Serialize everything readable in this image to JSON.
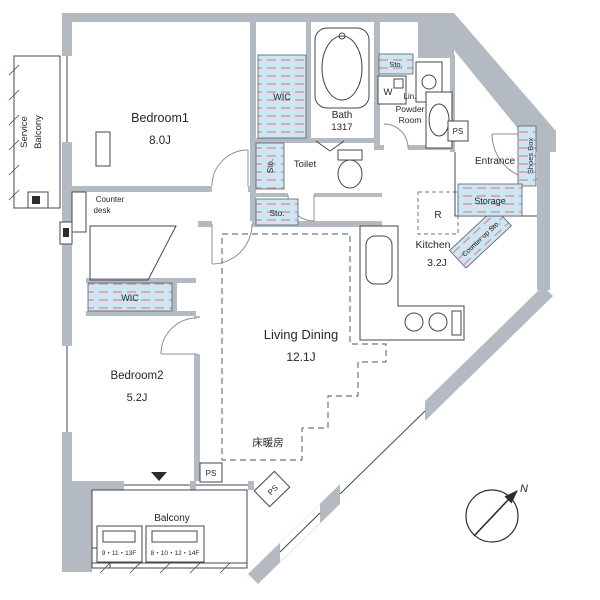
{
  "colors": {
    "wall": "#b4bac1",
    "lightblue": "#cde6f3",
    "stripe": "#dc9199",
    "line": "#43484e",
    "hatch_bg": "#c3c8ce",
    "hatch_line": "#99a0a8",
    "text": "#23282d"
  },
  "labels": {
    "service_balcony_1": "Service",
    "service_balcony_2": "Balcony",
    "bedroom1_name": "Bedroom1",
    "bedroom1_size": "8.0J",
    "wic_top": "WIC",
    "bath_name": "Bath",
    "bath_size": "1317",
    "sto_top": "Sto.",
    "washer": "W",
    "linen": "Lin.",
    "powder_1": "Powder",
    "powder_2": "Room",
    "ps_top": "PS",
    "toilet": "Toilet",
    "sto_side": "Sto.",
    "sto_mid": "Sto.",
    "counter_desk_1": "Counter",
    "counter_desk_2": "desk",
    "entrance": "Entrance",
    "shoes_box": "Shoes Box",
    "storage": "Storage",
    "refrigerator": "R",
    "kitchen_name": "Kitchen",
    "kitchen_size": "3.2J",
    "counter_up_sto": "Counter up Sto.",
    "wic_left": "WIC",
    "bedroom2_name": "Bedroom2",
    "bedroom2_size": "5.2J",
    "living_name": "Living Dining",
    "living_size": "12.1J",
    "floor_heating": "床暖房",
    "balcony": "Balcony",
    "ps_bottom_1": "PS",
    "ps_bottom_2": "PS",
    "floor_note_1": "9・11・13F",
    "floor_note_2": "8・10・12・14F",
    "compass_north": "N"
  }
}
